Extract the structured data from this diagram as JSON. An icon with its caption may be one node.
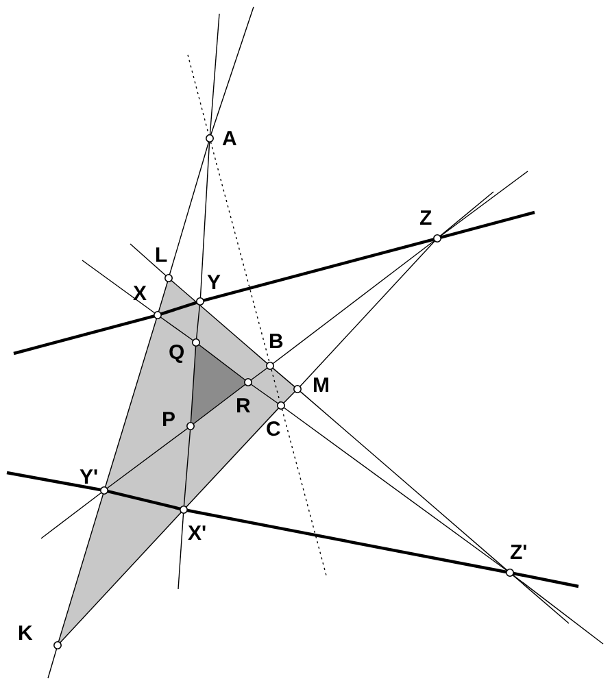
{
  "diagram": {
    "nodes": [
      {
        "text": [
          "A"
        ]
      },
      {
        "text": [
          "Z"
        ]
      },
      {
        "text": [
          "L"
        ]
      },
      {
        "text": [
          "Y"
        ]
      },
      {
        "text": [
          "X"
        ]
      },
      {
        "text": [
          "B"
        ]
      },
      {
        "text": [
          "Q"
        ]
      },
      {
        "text": [
          "M"
        ]
      },
      {
        "text": [
          "R"
        ]
      },
      {
        "text": [
          "C"
        ]
      },
      {
        "text": [
          "P"
        ]
      },
      {
        "text": [
          "Y'"
        ]
      },
      {
        "text": [
          "X'"
        ]
      },
      {
        "text": [
          "Z'"
        ]
      },
      {
        "text": [
          "K"
        ]
      }
    ],
    "edges": [
      {
        "from": null,
        "to": 4,
        "arrow": "none",
        "style": "thick"
      },
      {
        "from": 4,
        "to": 3,
        "arrow": "none",
        "style": "thick"
      },
      {
        "from": 3,
        "to": 1,
        "arrow": "none",
        "style": "thick"
      },
      {
        "from": 1,
        "to": null,
        "arrow": "none",
        "style": "thick"
      },
      {
        "from": null,
        "to": 11,
        "arrow": "none",
        "style": "thick"
      },
      {
        "from": 11,
        "to": 12,
        "arrow": "none",
        "style": "thick"
      },
      {
        "from": 12,
        "to": 13,
        "arrow": "none",
        "style": "thick"
      },
      {
        "from": 13,
        "to": null,
        "arrow": "none",
        "style": "thick"
      },
      {
        "from": null,
        "to": 0,
        "arrow": "none"
      },
      {
        "from": 0,
        "to": 3,
        "arrow": "none"
      },
      {
        "from": 3,
        "to": 6,
        "arrow": "none"
      },
      {
        "from": 6,
        "to": 10,
        "arrow": "none"
      },
      {
        "from": 10,
        "to": 12,
        "arrow": "none"
      },
      {
        "from": 12,
        "to": null,
        "arrow": "none"
      },
      {
        "from": null,
        "to": 0,
        "arrow": "none"
      },
      {
        "from": 0,
        "to": 2,
        "arrow": "none"
      },
      {
        "from": 2,
        "to": 4,
        "arrow": "none"
      },
      {
        "from": 4,
        "to": 11,
        "arrow": "none"
      },
      {
        "from": 11,
        "to": 14,
        "arrow": "none"
      },
      {
        "from": 14,
        "to": null,
        "arrow": "none"
      },
      {
        "from": null,
        "to": 0,
        "arrow": "none",
        "style": "dashed"
      },
      {
        "from": 0,
        "to": 9,
        "arrow": "none",
        "style": "dashed"
      },
      {
        "from": 9,
        "to": null,
        "arrow": "none",
        "style": "dashed"
      },
      {
        "from": null,
        "to": 2,
        "arrow": "none"
      },
      {
        "from": 2,
        "to": 5,
        "arrow": "none"
      },
      {
        "from": 5,
        "to": 7,
        "arrow": "none"
      },
      {
        "from": 7,
        "to": 13,
        "arrow": "none"
      },
      {
        "from": 13,
        "to": null,
        "arrow": "none"
      },
      {
        "from": null,
        "to": 4,
        "arrow": "none"
      },
      {
        "from": 4,
        "to": 6,
        "arrow": "none"
      },
      {
        "from": 6,
        "to": 8,
        "arrow": "none"
      },
      {
        "from": 8,
        "to": 9,
        "arrow": "none"
      },
      {
        "from": 9,
        "to": 13,
        "arrow": "none"
      },
      {
        "from": 13,
        "to": null,
        "arrow": "none"
      },
      {
        "from": null,
        "to": 11,
        "arrow": "none"
      },
      {
        "from": 11,
        "to": 10,
        "arrow": "none"
      },
      {
        "from": 10,
        "to": 8,
        "arrow": "none"
      },
      {
        "from": 8,
        "to": 5,
        "arrow": "none"
      },
      {
        "from": 5,
        "to": 1,
        "arrow": "none"
      },
      {
        "from": 1,
        "to": null,
        "arrow": "none"
      },
      {
        "from": 14,
        "to": 12,
        "arrow": "none"
      },
      {
        "from": 12,
        "to": 9,
        "arrow": "none"
      },
      {
        "from": 9,
        "to": 7,
        "arrow": "none"
      },
      {
        "from": 7,
        "to": 1,
        "arrow": "none"
      },
      {
        "from": 1,
        "to": null,
        "arrow": "none"
      }
    ]
  }
}
